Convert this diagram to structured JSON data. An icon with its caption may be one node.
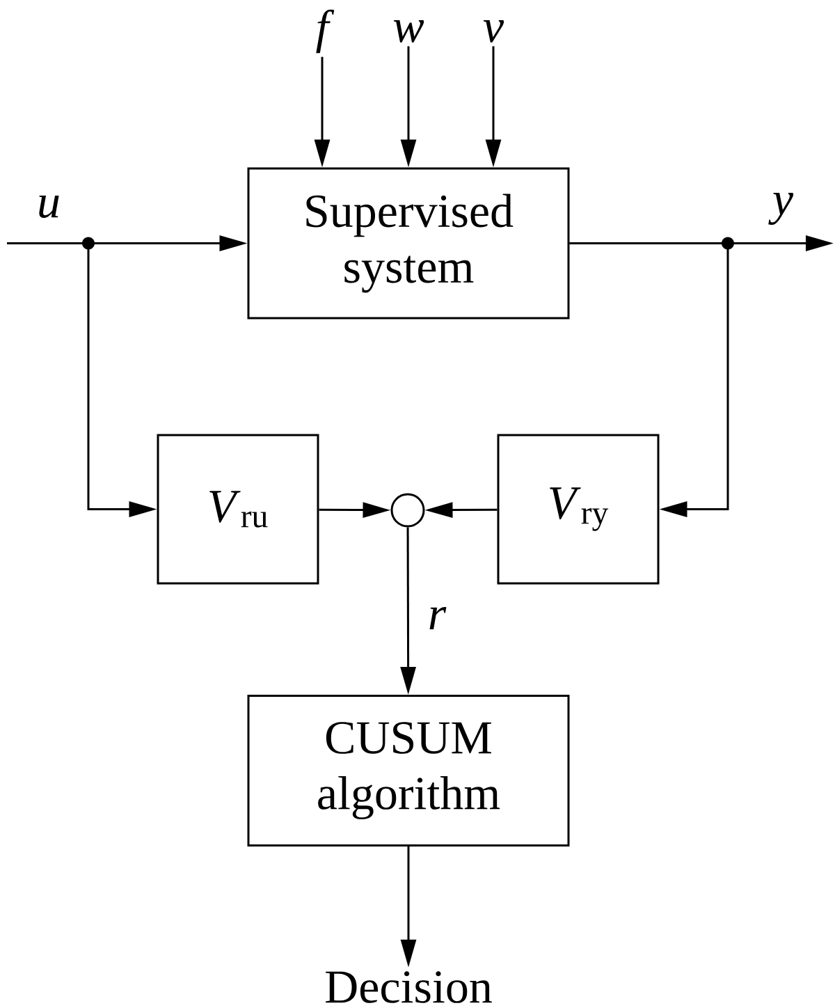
{
  "diagram": {
    "nodes": [
      {
        "text": [
          "Supervised system"
        ]
      },
      {
        "text": [
          "*V*$_{ru}$"
        ]
      },
      {
        "text": [],
        "shape": "circle"
      },
      {
        "text": [
          "*V*$_{ry}$"
        ]
      },
      {
        "text": [
          "CUSUM algorithm"
        ]
      },
      {
        "text": [
          "Decision"
        ]
      },
      {
        "text": [
          "f"
        ]
      },
      {
        "text": [
          "w"
        ]
      },
      {
        "text": [
          "v"
        ]
      }
    ],
    "edges": [
      {
        "from": null,
        "to": 0,
        "arrow": "to",
        "label": "u"
      },
      {
        "from": null,
        "to": 1,
        "arrow": "to"
      },
      {
        "from": 0,
        "to": null,
        "arrow": "to",
        "label": "y"
      },
      {
        "from": 0,
        "to": 3,
        "arrow": "to"
      },
      {
        "from": 1,
        "to": 2,
        "arrow": "to"
      },
      {
        "from": 3,
        "to": 2,
        "arrow": "to"
      },
      {
        "from": 2,
        "to": 4,
        "arrow": "to",
        "label": "r"
      },
      {
        "from": 4,
        "to": 5,
        "arrow": "to"
      },
      {
        "from": 6,
        "to": 0,
        "arrow": "to"
      },
      {
        "from": 7,
        "to": 0,
        "arrow": "to"
      },
      {
        "from": 8,
        "to": 0,
        "arrow": "to"
      }
    ]
  }
}
